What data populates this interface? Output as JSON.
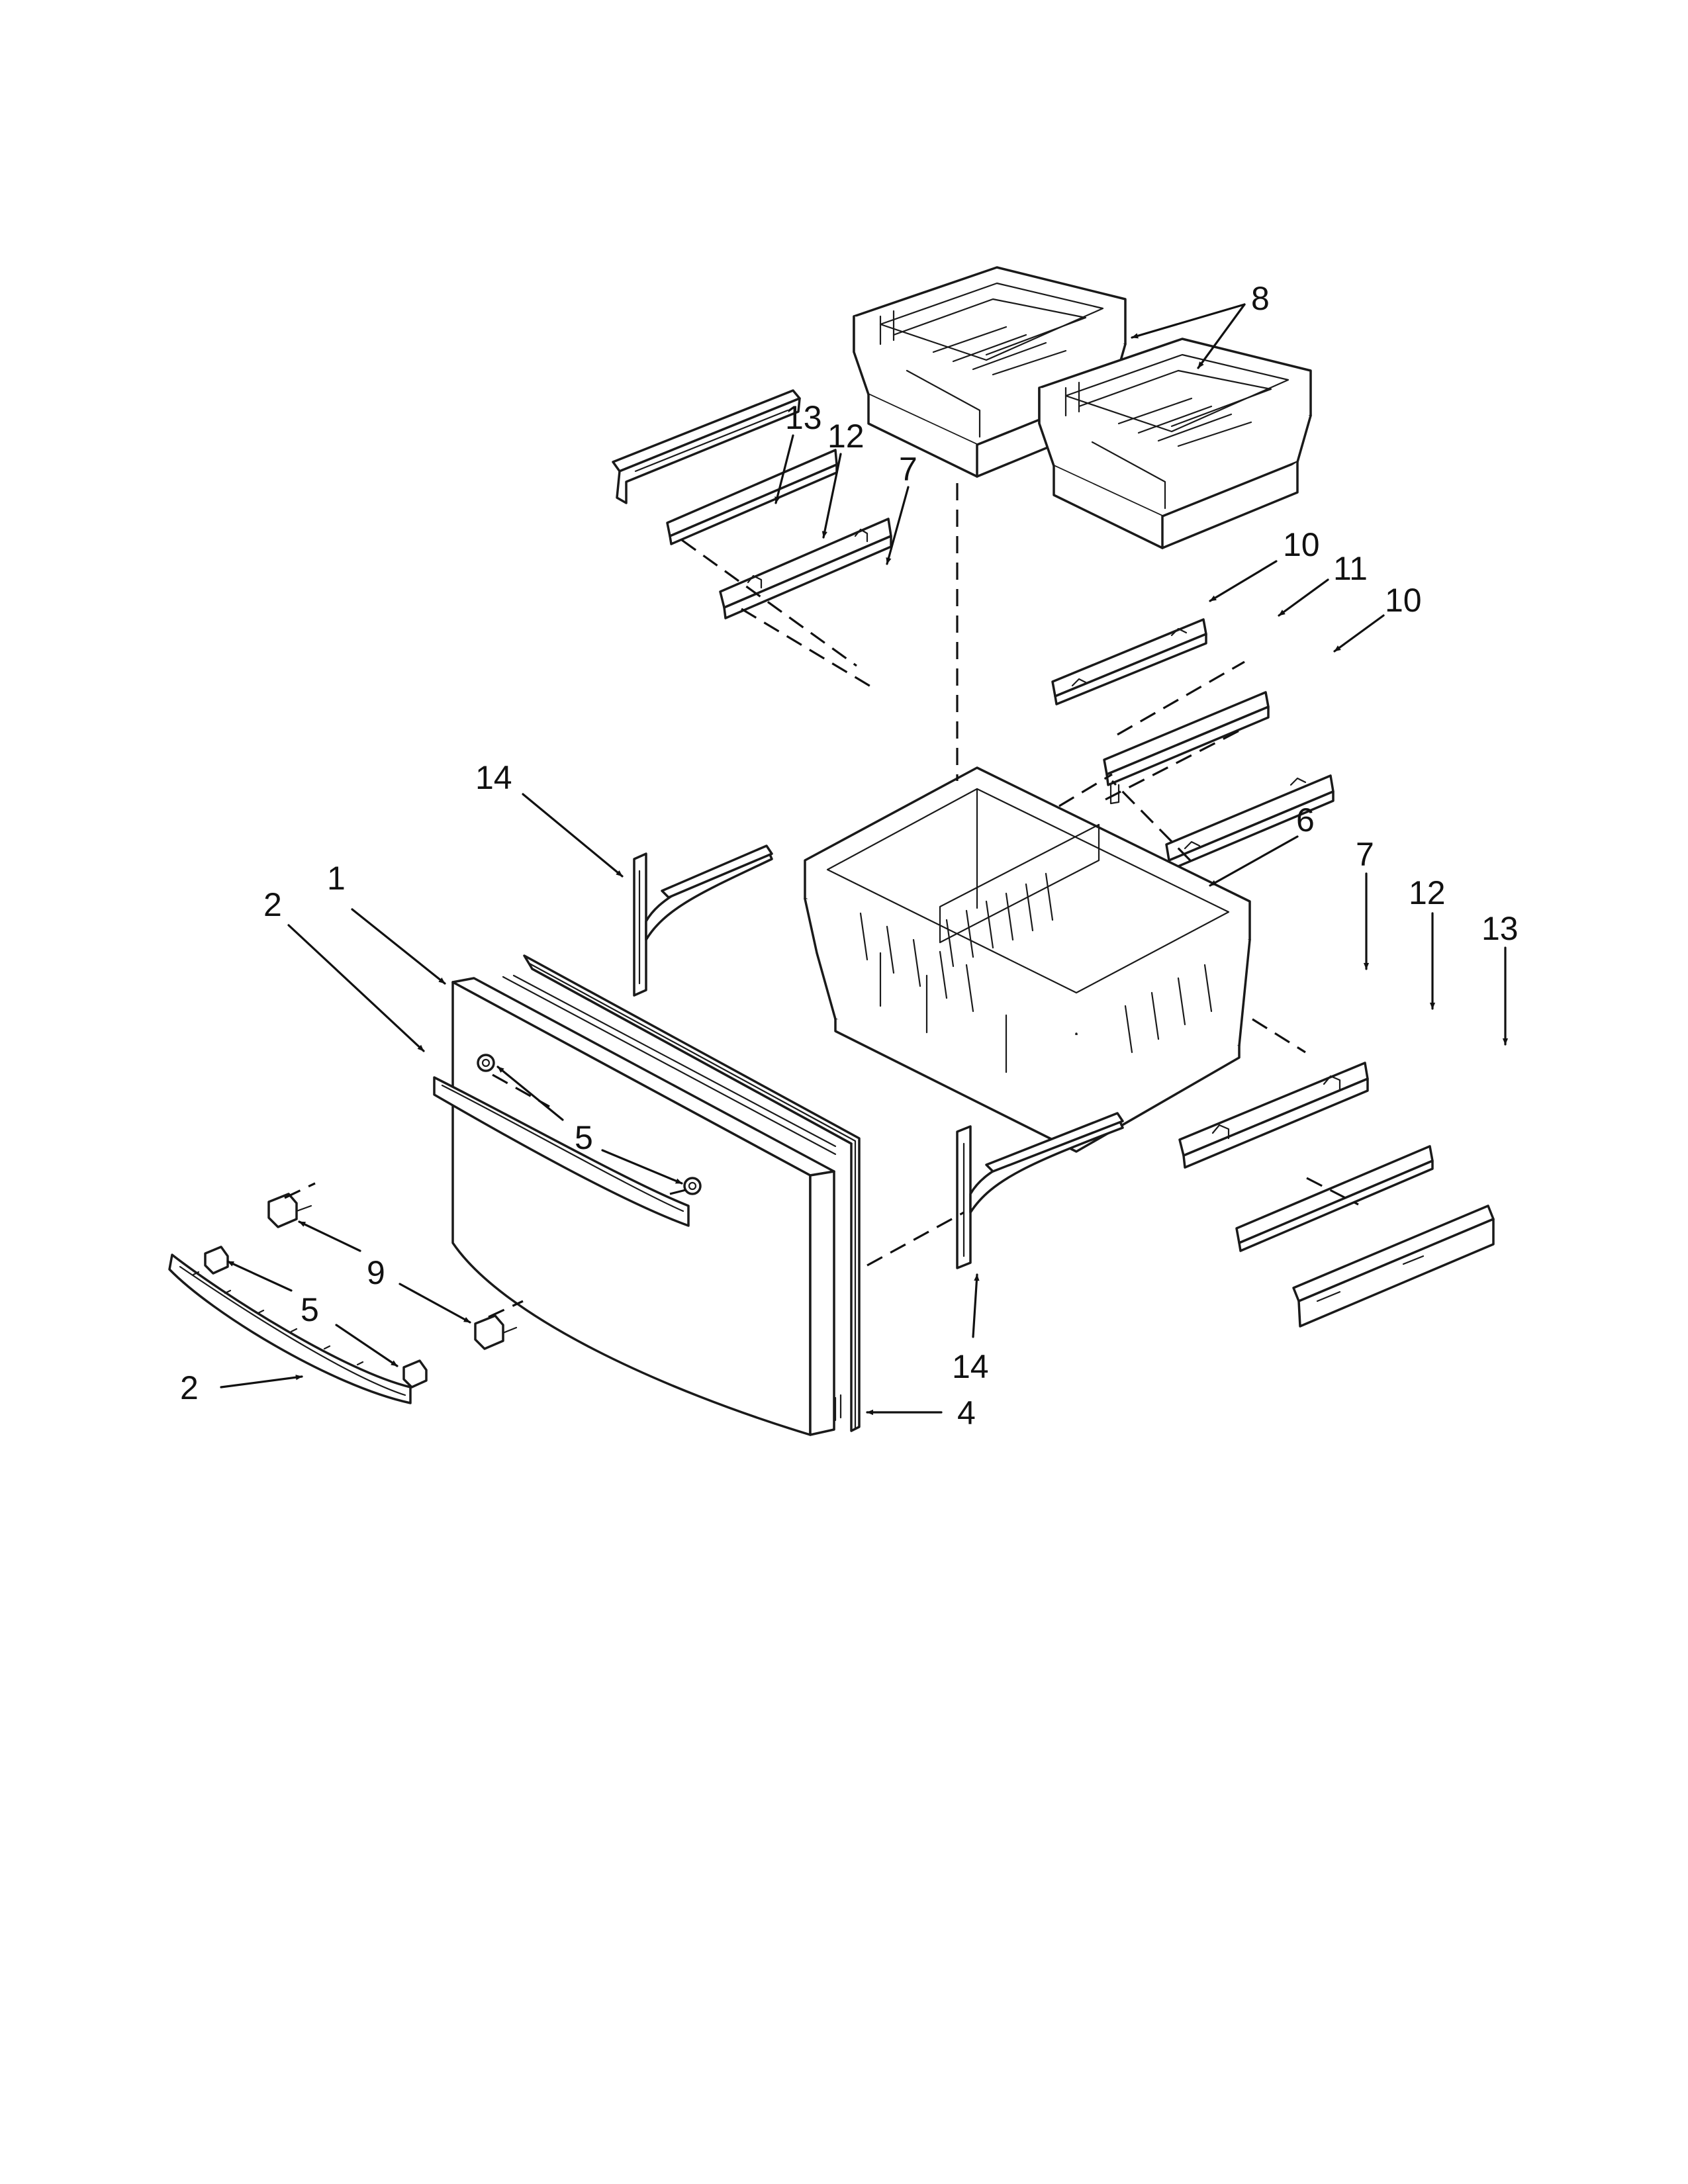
{
  "callouts": {
    "c1": "1",
    "c2_upper": "2",
    "c2_lower": "2",
    "c4": "4",
    "c5_upper": "5",
    "c5_lower": "5",
    "c6": "6",
    "c7_left": "7",
    "c7_right": "7",
    "c8": "8",
    "c9": "9",
    "c10_upper": "10",
    "c10_lower": "10",
    "c11": "11",
    "c12_left": "12",
    "c12_right": "12",
    "c13_left": "13",
    "c13_right": "13",
    "c14_upper": "14",
    "c14_lower": "14"
  }
}
